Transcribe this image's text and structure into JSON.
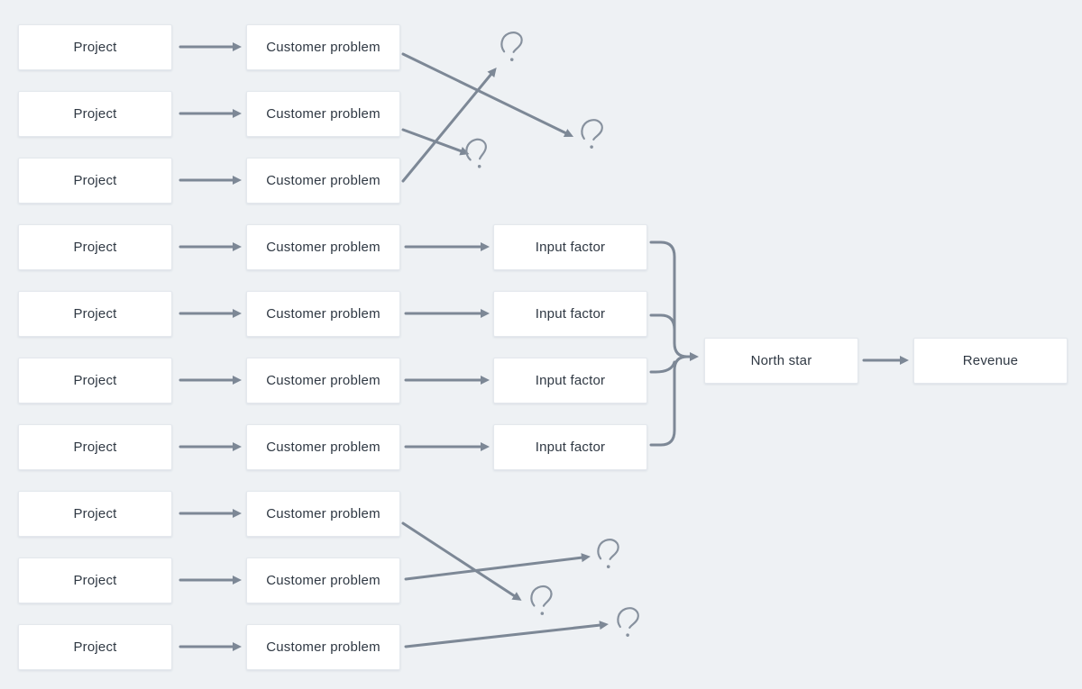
{
  "background_color": "#eef1f4",
  "arrow_color": "#7d8896",
  "question_mark_color": "#87919e",
  "node": {
    "fill": "#ffffff",
    "border_color": "#e4e8ed",
    "text_color": "#2f3843"
  },
  "nodes": {
    "projects": [
      "Project",
      "Project",
      "Project",
      "Project",
      "Project",
      "Project",
      "Project",
      "Project",
      "Project",
      "Project"
    ],
    "customer_problems": [
      "Customer problem",
      "Customer problem",
      "Customer problem",
      "Customer problem",
      "Customer problem",
      "Customer problem",
      "Customer problem",
      "Customer problem",
      "Customer problem",
      "Customer problem"
    ],
    "input_factors": [
      "Input factor",
      "Input factor",
      "Input factor",
      "Input factor"
    ],
    "north_star": "North star",
    "revenue": "Revenue"
  },
  "unknown_marker": "?"
}
